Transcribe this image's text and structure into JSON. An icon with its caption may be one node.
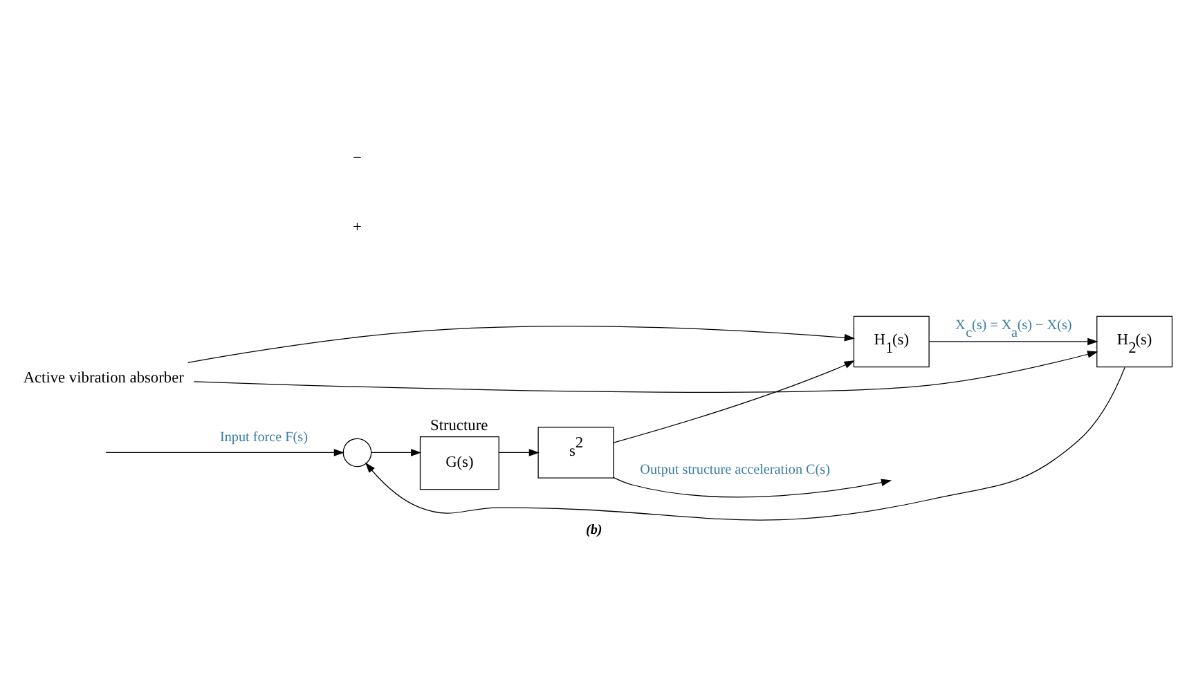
{
  "diagram": {
    "caption": "(b)",
    "nodes": [
      {
        "text": [],
        "shape": "circle"
      },
      {
        "text": [
          "Structure",
          "G(s)"
        ]
      },
      {
        "text": [
          "s$^{2}$"
        ]
      },
      {
        "text": [
          "H$_{1}$(s)"
        ]
      },
      {
        "text": [
          "H$_{2}$(s)"
        ]
      },
      {
        "text": [
          "Active vibration absorber"
        ]
      }
    ],
    "edges": [
      {
        "from": null,
        "to": 0,
        "arrow": "to",
        "label": "Input force F(s)"
      },
      {
        "from": 0,
        "to": 1,
        "arrow": "to"
      },
      {
        "from": 1,
        "to": 2,
        "arrow": "to"
      },
      {
        "from": 2,
        "to": null,
        "arrow": "to",
        "label": "Output structure acceleration C(s)"
      },
      {
        "from": 2,
        "to": 3,
        "arrow": "to"
      },
      {
        "from": 3,
        "to": 4,
        "arrow": "to",
        "label": "X$_{c}$(s) = X$_{a}$(s) − X(s)"
      },
      {
        "from": 4,
        "to": 0,
        "arrow": "to"
      },
      {
        "from": 5,
        "to": 4,
        "arrow": "to"
      },
      {
        "from": 5,
        "to": 3,
        "arrow": "to"
      }
    ],
    "labels": [
      "+",
      "−"
    ]
  }
}
